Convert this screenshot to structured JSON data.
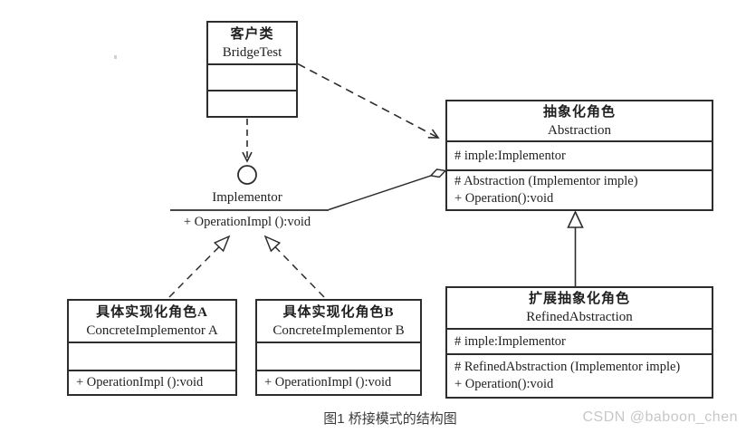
{
  "diagram": {
    "caption": "图1 桥接模式的结构图",
    "watermark": "CSDN @baboon_chen",
    "colors": {
      "line": "#2d2d2d",
      "caption": "#3c3c3c",
      "watermark": "#c7c7c7",
      "background": "#ffffff"
    },
    "classes": {
      "client": {
        "name_cn": "客户类",
        "name_en": "BridgeTest",
        "attributes": [],
        "methods": []
      },
      "abstraction": {
        "name_cn": "抽象化角色",
        "name_en": "Abstraction",
        "attributes": [
          "# imple:Implementor"
        ],
        "methods": [
          "# Abstraction (Implementor imple)",
          "+ Operation():void"
        ]
      },
      "refined": {
        "name_cn": "扩展抽象化角色",
        "name_en": "RefinedAbstraction",
        "attributes": [
          "# imple:Implementor"
        ],
        "methods": [
          "# RefinedAbstraction (Implementor imple)",
          "+ Operation():void"
        ]
      },
      "impl_a": {
        "name_cn": "具体实现化角色A",
        "name_en": "ConcreteImplementor A",
        "attributes": [],
        "methods": [
          "+ OperationImpl ():void"
        ]
      },
      "impl_b": {
        "name_cn": "具体实现化角色B",
        "name_en": "ConcreteImplementor B",
        "attributes": [],
        "methods": [
          "+ OperationImpl ():void"
        ]
      }
    },
    "interface": {
      "name": "Implementor",
      "method": "+ OperationImpl ():void"
    },
    "relationships": [
      {
        "from": "BridgeTest",
        "to": "Implementor",
        "type": "dependency",
        "style": "dashed open arrow"
      },
      {
        "from": "BridgeTest",
        "to": "Abstraction",
        "type": "dependency",
        "style": "dashed open arrow"
      },
      {
        "from": "Abstraction",
        "to": "Implementor",
        "type": "aggregation",
        "style": "solid line, hollow diamond at Abstraction"
      },
      {
        "from": "RefinedAbstraction",
        "to": "Abstraction",
        "type": "generalization",
        "style": "solid line, hollow triangle"
      },
      {
        "from": "ConcreteImplementor A",
        "to": "Implementor",
        "type": "realization",
        "style": "dashed line, hollow triangle"
      },
      {
        "from": "ConcreteImplementor B",
        "to": "Implementor",
        "type": "realization",
        "style": "dashed line, hollow triangle"
      }
    ]
  }
}
